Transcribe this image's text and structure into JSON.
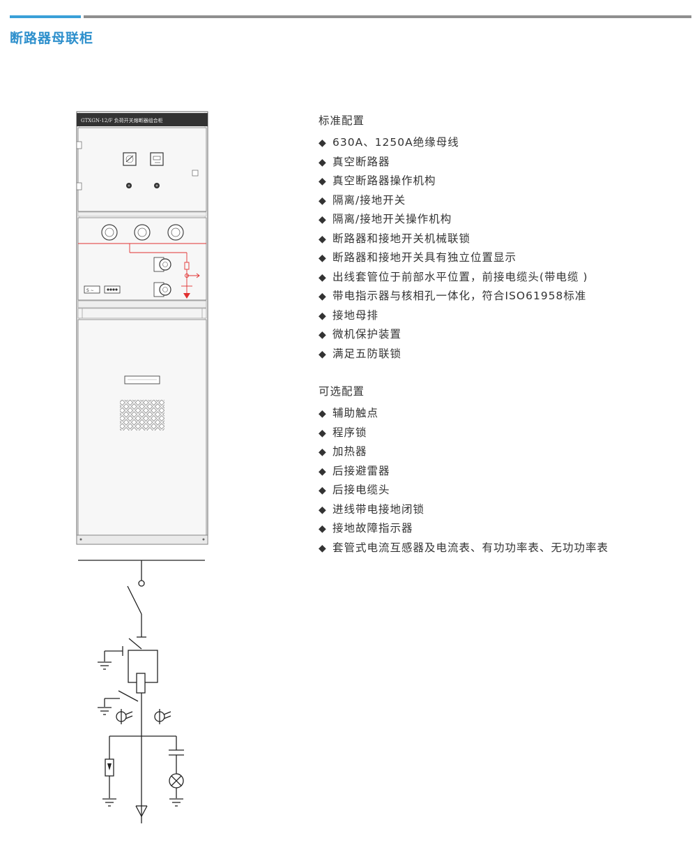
{
  "page": {
    "title": "断路器母联柜",
    "accent_color": "#3aa0d8",
    "bar_color": "#8f8f8f"
  },
  "cabinet": {
    "label": "GTXGN-12/F   负荷开关熔断器组合柜",
    "plate_text": "S ∼"
  },
  "standard_config": {
    "title": "标准配置",
    "bullet": "◆",
    "items": [
      "630A、1250A绝缘母线",
      "真空断路器",
      "真空断路器操作机构",
      "隔离/接地开关",
      "隔离/接地开关操作机构",
      "断路器和接地开关机械联锁",
      "断路器和接地开关具有独立位置显示",
      "出线套管位于前部水平位置，前接电缆头(带电缆 )",
      "带电指示器与核相孔一体化，符合ISO61958标准",
      "接地母排",
      "微机保护装置",
      "满足五防联锁"
    ]
  },
  "optional_config": {
    "title": "可选配置",
    "bullet": "◆",
    "items": [
      "辅助触点",
      "程序锁",
      "加热器",
      "后接避雷器",
      "后接电缆头",
      "进线带电接地闭锁",
      "接地故障指示器",
      "套管式电流互感器及电流表、有功功率表、无功功率表"
    ]
  }
}
